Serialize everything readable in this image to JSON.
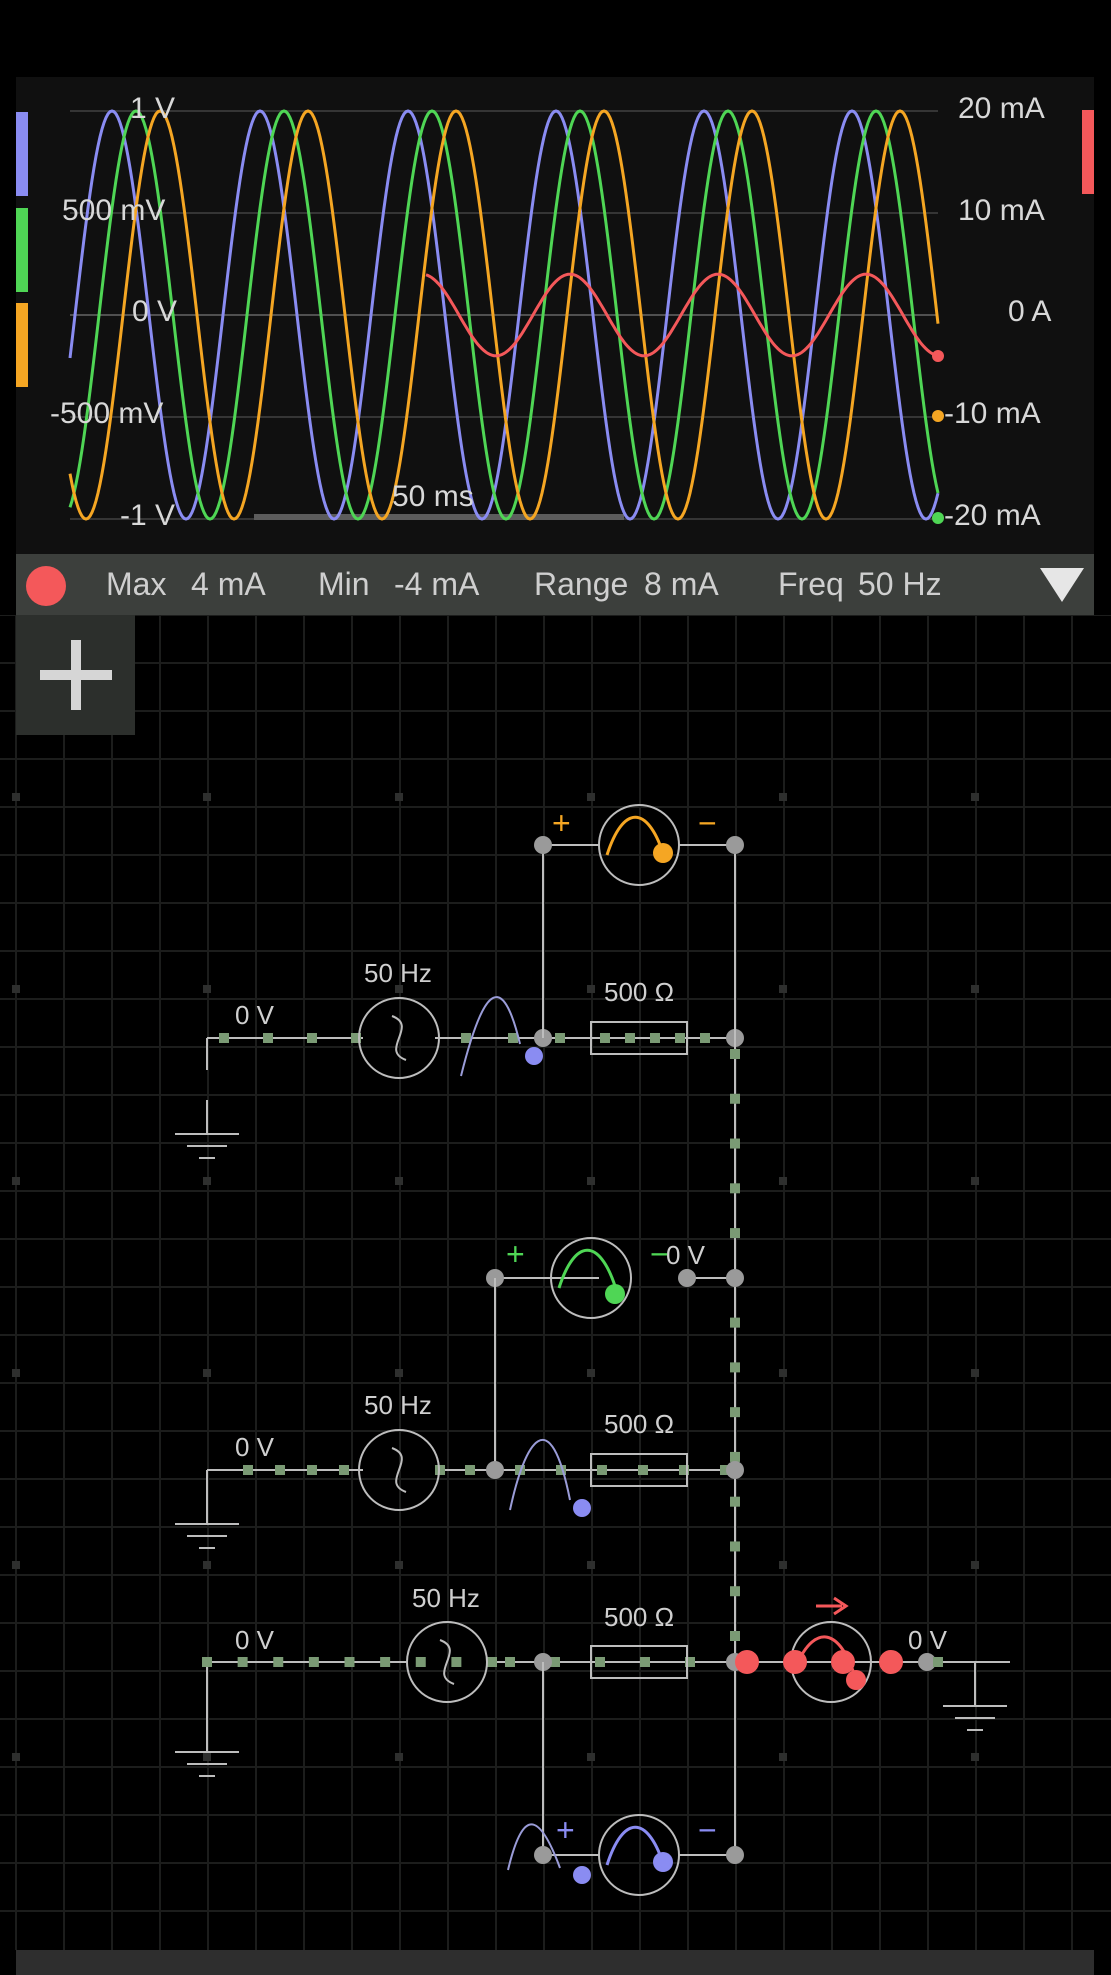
{
  "oscilloscope": {
    "left_axis_labels": [
      "1 V",
      "500 mV",
      "0 V",
      "-500 mV",
      "-1 V"
    ],
    "right_axis_labels": [
      "20 mA",
      "10 mA",
      "0 A",
      "-10 mA",
      "-20 mA"
    ],
    "time_scale_label": "50 ms",
    "channel_colors": {
      "blue": "#8a8cf2",
      "green": "#4fd655",
      "orange": "#f5a623",
      "red": "#f4585a"
    }
  },
  "chart_data": {
    "type": "line",
    "x_unit": "ms",
    "left_axis": {
      "unit": "V",
      "ylim": [
        -1,
        1
      ]
    },
    "right_axis": {
      "unit": "mA",
      "ylim": [
        -20,
        20
      ]
    },
    "series": [
      {
        "color": "#8a8cf2",
        "axis": "left",
        "amplitude": 1,
        "frequency_hz": 50
      },
      {
        "color": "#4fd655",
        "axis": "left",
        "amplitude": 1,
        "frequency_hz": 50
      },
      {
        "color": "#f5a623",
        "axis": "left",
        "amplitude": 1,
        "frequency_hz": 50
      },
      {
        "color": "#f4585a",
        "axis": "right",
        "amplitude": 4,
        "frequency_hz": 50
      }
    ]
  },
  "measurements": {
    "max_label": "Max",
    "max_value": "4 mA",
    "min_label": "Min",
    "min_value": "-4 mA",
    "range_label": "Range",
    "range_value": "8 mA",
    "freq_label": "Freq",
    "freq_value": "50 Hz"
  },
  "toolbar": {
    "add_label": "+"
  },
  "circuit": {
    "labels": {
      "src1_freq": "50 Hz",
      "src2_freq": "50 Hz",
      "src3_freq": "50 Hz",
      "gnd1_volt": "0 V",
      "gnd2_volt": "0 V",
      "gnd3_volt": "0 V",
      "r1": "500 Ω",
      "r2": "500 Ω",
      "r3": "500 Ω",
      "probe_green_volt": "0 V",
      "probe_red_volt": "0 V",
      "plus": "+",
      "minus": "−"
    }
  }
}
